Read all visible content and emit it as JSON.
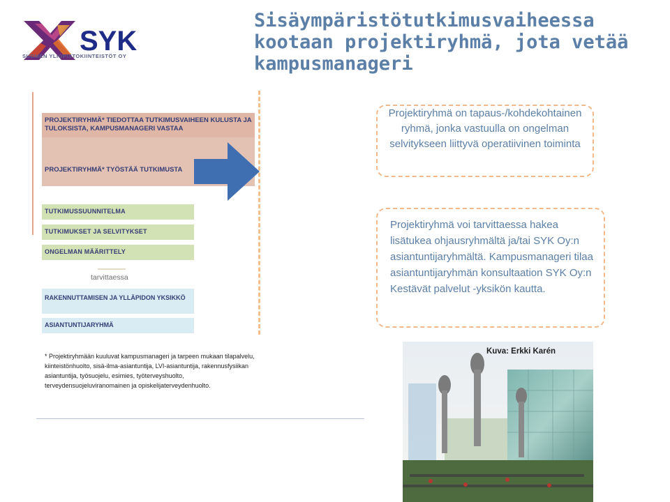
{
  "logo": {
    "wordmark": "SYK",
    "caption": "SUOMEN YLIOPISTOKIINTEISTÖT OY",
    "colors": {
      "x_mark": "#6b2a77",
      "accent": "#d64a2a",
      "text": "#1e2c87"
    }
  },
  "title": "Sisäympäristötutkimusvaiheessa kootaan projektiryhmä, jota vetää kampusmanageri",
  "left_panel": {
    "top_box": {
      "line1": "PROJEKTIRYHMÄ* TIEDOTTAA TUTKIMUSVAIHEEN KULUSTA JA TULOKSISTA, KAMPUSMANAGERI VASTAA",
      "line2": "PROJEKTIRYHMÄ* TYÖSTÄÄ TUTKIMUSTA"
    },
    "steps": [
      {
        "label": "TUTKIMUSSUUNNITELMA"
      },
      {
        "label": "TUTKIMUKSET JA SELVITYKSET"
      },
      {
        "label": "ONGELMAN MÄÄRITTELY"
      }
    ],
    "conditional_label": "tarvittaessa",
    "maintenance_label": "RAKENNUTTAMISEN JA YLLÄPIDON YKSIKKÖ",
    "experts_label": "ASIANTUNTIJARYHMÄ"
  },
  "callouts": {
    "first": "Projektiryhmä on tapaus-/kohdekohtainen ryhmä, jonka vastuulla on ongelman selvitykseen liittyvä operatiivinen toiminta",
    "second": "Projektiryhmä voi tarvittaessa hakea lisätukea ohjausryhmältä ja/tai SYK Oy:n asiantuntijaryhmältä. Kampusmanageri tilaa asiantuntijaryhmän konsultaation SYK Oy:n Kestävät palvelut -yksikön kautta."
  },
  "footnote": "* Projektiryhmään kuuluvat kampusmanageri ja tarpeen mukaan tilapalvelu, kiinteistönhuolto, sisä-ilma-asiantuntija, LVI-asiantuntija, rakennusfysiikan asiantuntija, työsuojelu, esimies, työterveyshuolto, terveydensuojeluviranomainen ja opiskelijaterveydenhuolto.",
  "photo": {
    "credit": "Kuva: Erkki Karén"
  },
  "colors": {
    "title": "#5b7fa6",
    "box_text": "#353d75",
    "top_box_bg": "#e4c2b3",
    "green_box_bg": "#d3e2b4",
    "blue_box_bg": "#daecf3",
    "arrow": "#3f6fb0",
    "dashed_border": "#f1b98b"
  }
}
